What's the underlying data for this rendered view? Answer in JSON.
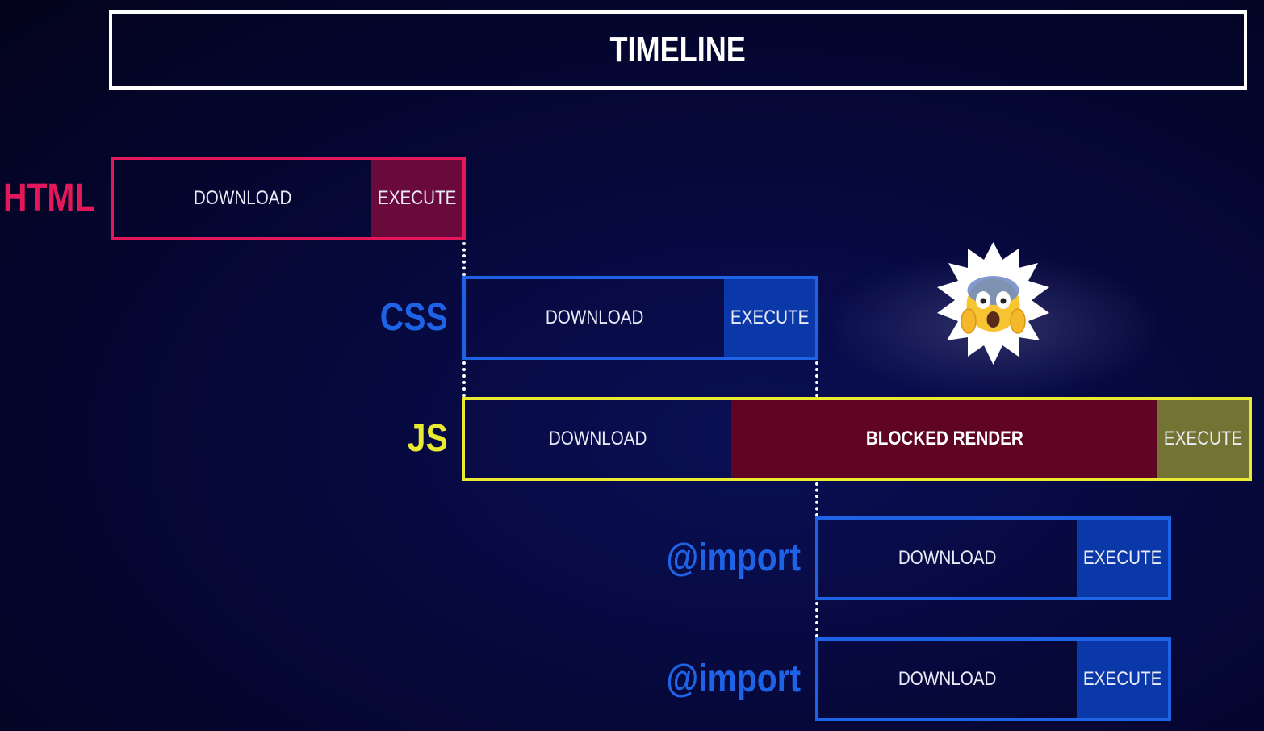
{
  "title": "TIMELINE",
  "rows": {
    "html": {
      "label": "HTML",
      "color": "#e3175a",
      "segments": [
        "DOWNLOAD",
        "EXECUTE"
      ]
    },
    "css": {
      "label": "CSS",
      "color": "#1e63e6",
      "segments": [
        "DOWNLOAD",
        "EXECUTE"
      ]
    },
    "js": {
      "label": "JS",
      "color": "#eaea30",
      "segments": [
        "DOWNLOAD",
        "BLOCKED RENDER",
        "EXECUTE"
      ]
    },
    "import1": {
      "label": "@import",
      "color": "#1e63e6",
      "segments": [
        "DOWNLOAD",
        "EXECUTE"
      ]
    },
    "import2": {
      "label": "@import",
      "color": "#1e63e6",
      "segments": [
        "DOWNLOAD",
        "EXECUTE"
      ]
    }
  },
  "emoji": {
    "icon": "screaming-face-icon"
  }
}
